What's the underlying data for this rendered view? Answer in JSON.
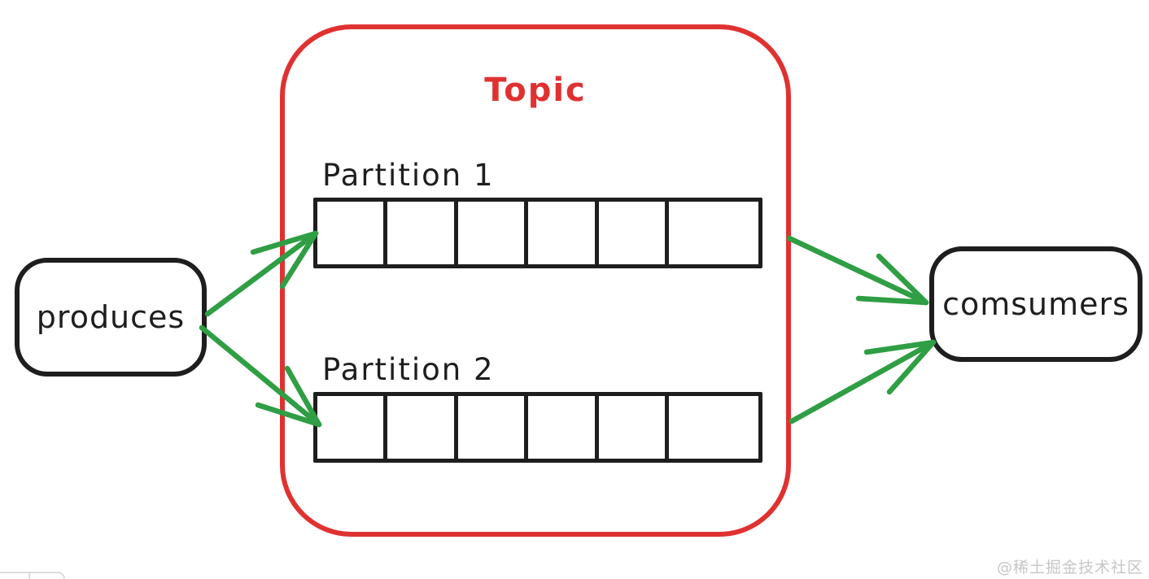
{
  "diagram": {
    "producer": {
      "label": "produces"
    },
    "topic": {
      "label": "Topic",
      "partitions": [
        {
          "label": "Partition 1",
          "cells": 6
        },
        {
          "label": "Partition 2",
          "cells": 6
        }
      ]
    },
    "consumer": {
      "label": "comsumers"
    },
    "arrows": [
      {
        "name": "producer-to-partition-1"
      },
      {
        "name": "producer-to-partition-2"
      },
      {
        "name": "topic-to-consumer-upper"
      },
      {
        "name": "topic-to-consumer-lower"
      }
    ],
    "colors": {
      "stroke": "#1e1e1e",
      "topic_border": "#e03131",
      "arrow": "#2f9e44"
    }
  },
  "watermark": {
    "text": "@稀土掘金技术社区",
    "color": "#c6c6c6"
  }
}
